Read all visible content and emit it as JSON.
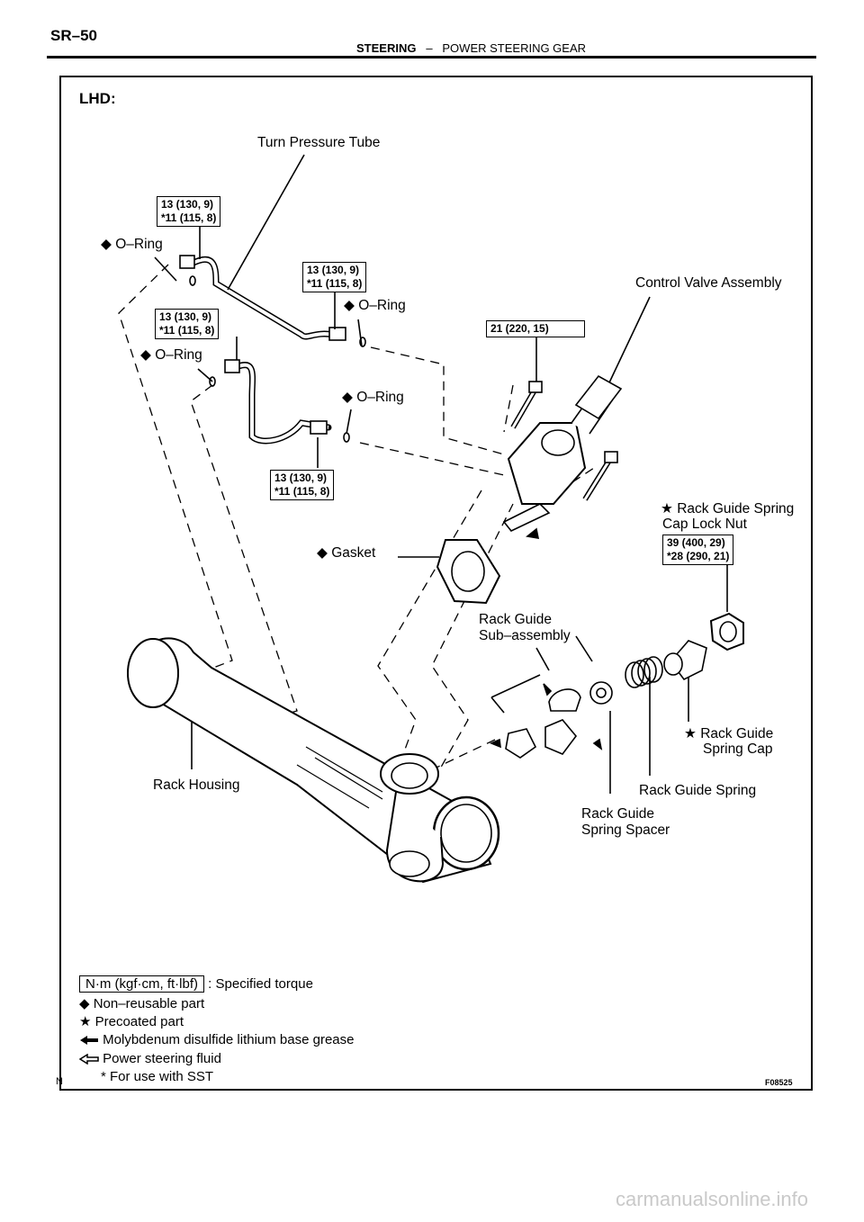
{
  "header": {
    "page_code": "SR–50",
    "section": "STEERING",
    "separator": "–",
    "subsection": "POWER STEERING GEAR"
  },
  "diagram": {
    "variant_label": "LHD:",
    "labels": {
      "turn_pressure_tube": "Turn Pressure Tube",
      "control_valve_assembly": "Control Valve Assembly",
      "o_ring_1": "◆ O–Ring",
      "o_ring_2": "◆ O–Ring",
      "o_ring_3": "◆ O–Ring",
      "o_ring_4": "◆ O–Ring",
      "gasket": "◆ Gasket",
      "rack_guide_spring_cap_lock_nut_1": "★ Rack Guide Spring",
      "rack_guide_spring_cap_lock_nut_2": "Cap Lock Nut",
      "rack_guide_sub_1": "Rack Guide",
      "rack_guide_sub_2": "Sub–assembly",
      "rack_guide_spring_cap_1": "★ Rack Guide",
      "rack_guide_spring_cap_2": "Spring Cap",
      "rack_guide_spring": "Rack Guide Spring",
      "rack_guide_spring_spacer_1": "Rack Guide",
      "rack_guide_spring_spacer_2": "Spring Spacer",
      "rack_housing": "Rack Housing"
    },
    "torques": {
      "t1_a": "13 (130, 9)",
      "t1_b": "*11 (115, 8)",
      "t2_a": "13 (130, 9)",
      "t2_b": "*11 (115, 8)",
      "t3_a": "13 (130, 9)",
      "t3_b": "*11 (115, 8)",
      "t4_a": "13 (130, 9)",
      "t4_b": "*11 (115, 8)",
      "t5": "21 (220, 15)",
      "t6_a": "39 (400, 29)",
      "t6_b": "*28 (290, 21)"
    }
  },
  "legend": {
    "torque_box": "N·m (kgf·cm, ft·lbf)",
    "torque_text": ": Specified torque",
    "non_reusable": "◆ Non–reusable part",
    "precoated": "★ Precoated part",
    "grease": "Molybdenum disulfide lithium base grease",
    "fluid": "Power steering fluid",
    "sst": "* For use with SST"
  },
  "footer": {
    "corner_letter": "N",
    "figure_code": "F08525",
    "watermark": "carmanualsonline.info"
  }
}
